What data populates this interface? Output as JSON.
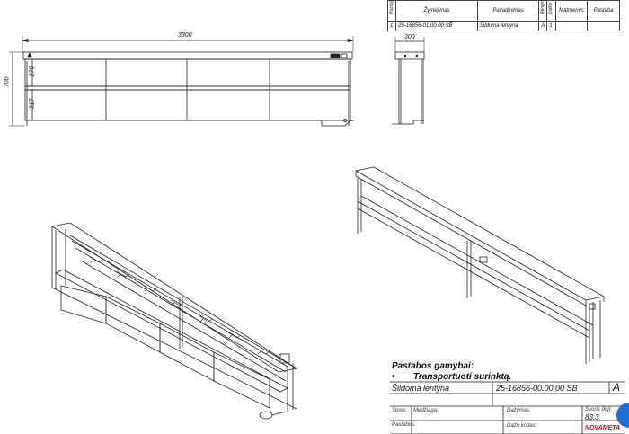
{
  "parts_table": {
    "headers": {
      "pozicija": "Pozicija",
      "zymejimas": "Žymėjimas",
      "pavadinimas": "Pavadinimas",
      "reng": "Rengimas",
      "kiekis": "Kiekis",
      "matmenys": "Matmenys",
      "pastaba": "Pastaba"
    },
    "row": {
      "pozicija": "1",
      "zymejimas": "25-16856-01.00.00 SB",
      "pavadinimas": "Šildoma lentyna",
      "reng": "A",
      "kiekis": "1",
      "matmenys": "",
      "pastaba": ""
    }
  },
  "front_view": {
    "width_dim": "3300",
    "height_dim": "700",
    "upper_dim": "270",
    "lower_dim": "317"
  },
  "side_view": {
    "width_dim": "300"
  },
  "notes": {
    "title": "Pastabos gamybai:",
    "bullet": "•",
    "item": "Transportuoti surinktą."
  },
  "title_block": {
    "name": "Šildoma lentyna",
    "code": "25-16856-00.00.00 SB",
    "revision": "A",
    "storis_label": "Storis:",
    "medziaga_label": "Medžiaga:",
    "dazymas_label": "Dažymas:",
    "svoris_label": "Svoris (kg):",
    "svoris_value": "83.3",
    "pastabos_label": "Pastabos:",
    "dazu_kodas_label": "Dažų kodas:",
    "logo": "NOVAMETA"
  }
}
